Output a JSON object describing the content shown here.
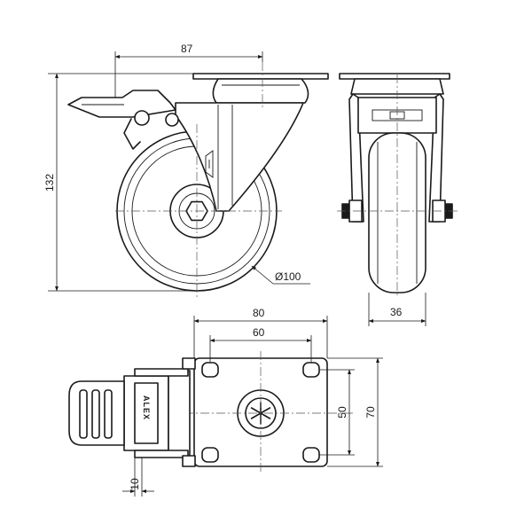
{
  "dimensions": {
    "swivel_offset": "87",
    "overall_height": "132",
    "wheel_diameter": "Ø100",
    "wheel_width": "36",
    "plate_width": "80",
    "hole_spacing_x": "60",
    "hole_spacing_y": "50",
    "plate_length": "70",
    "brake_offset": "10"
  },
  "brand_mark": "ALEX",
  "colors": {
    "line": "#1a1a1a",
    "background": "#ffffff"
  }
}
